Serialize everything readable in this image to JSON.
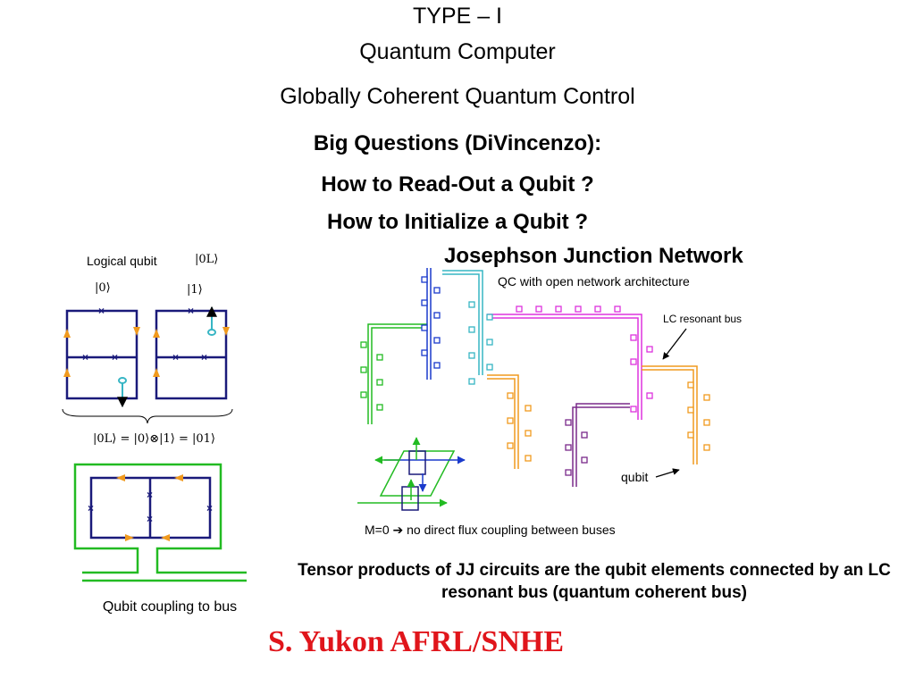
{
  "header": {
    "line1": "TYPE – I",
    "line2": "Quantum Computer",
    "line3": "Globally Coherent Quantum Control"
  },
  "questions": {
    "q1": "Big Questions  (DiVincenzo):",
    "q2": "How to Read-Out a Qubit ?",
    "q3": "How to Initialize a Qubit ?"
  },
  "left_diagram": {
    "logical_qubit_label": "Logical qubit",
    "logical_ket": "|0L⟩",
    "ket_zero": "|0⟩",
    "ket_one": "|1⟩",
    "equation": "|0L⟩ = |0⟩⊗|1⟩ = |01⟩",
    "coupling_label": "Qubit coupling to bus"
  },
  "network": {
    "title": "Josephson Junction Network",
    "subtitle": "QC with open network architecture",
    "lc_label": "LC resonant bus",
    "qubit_label": "qubit",
    "m0_label": "M=0 ➔ no direct flux coupling between buses"
  },
  "footer": {
    "tensor_text": "Tensor products of JJ circuits are the qubit elements connected by an LC resonant bus (quantum coherent bus)",
    "author": "S. Yukon AFRL/SNHE"
  },
  "colors": {
    "navy": "#1a1a7a",
    "green": "#22bb22",
    "orange": "#f09a1e",
    "cyan": "#36b5c4",
    "magenta": "#dd33dd",
    "purple": "#7a2a8a",
    "blue": "#1a3acc",
    "red": "#e0151b"
  }
}
